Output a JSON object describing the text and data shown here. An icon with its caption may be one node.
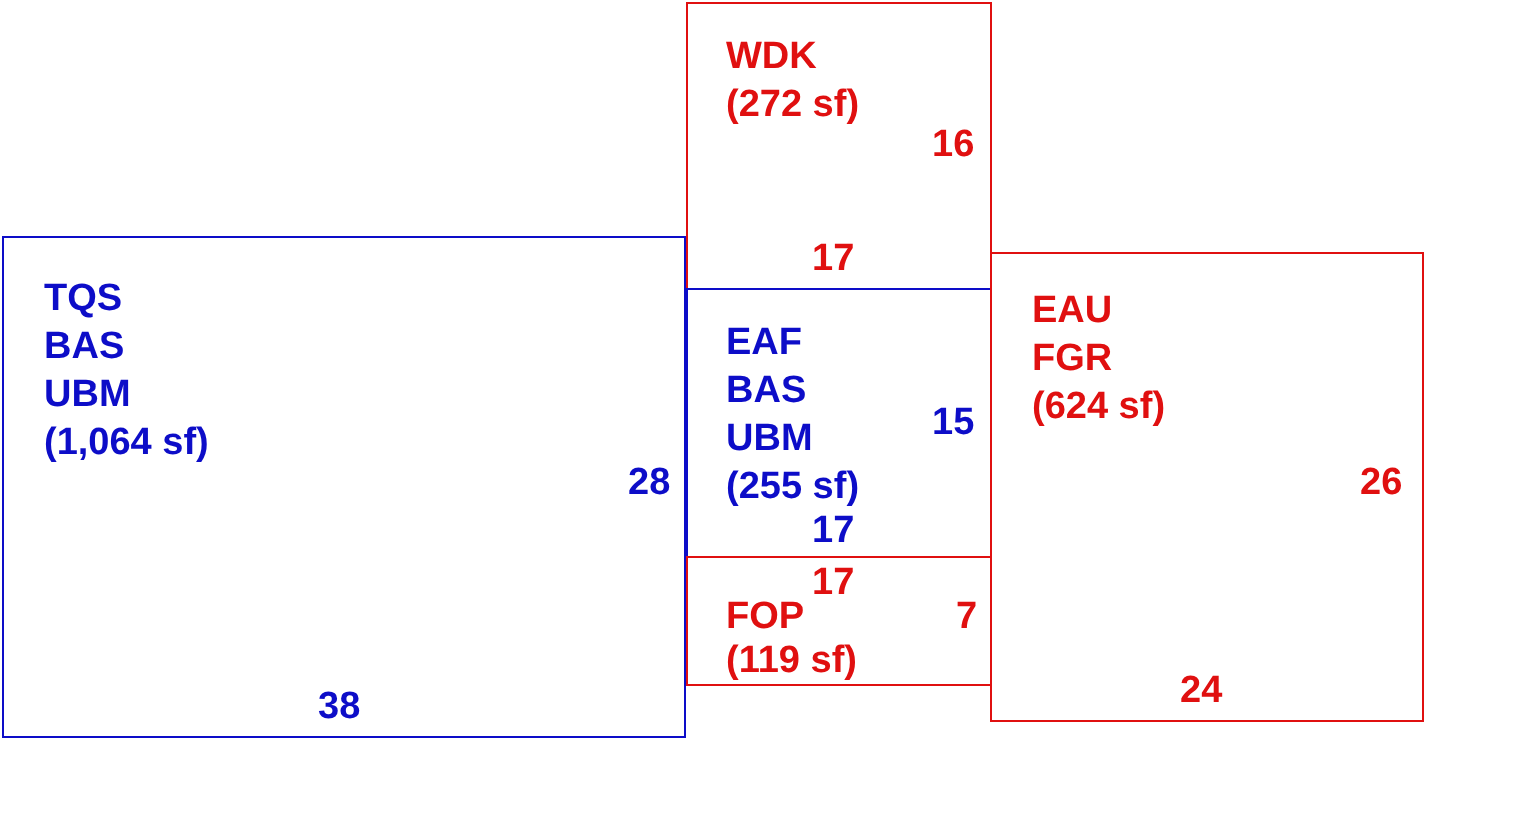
{
  "diagram": {
    "nodes": [
      {
        "text": [
          "TQS",
          "BAS",
          "UBM",
          "(1,064 sf)",
          "28",
          "38"
        ]
      },
      {
        "text": [
          "WDK",
          "(272 sf)",
          "16",
          "17"
        ]
      },
      {
        "text": [
          "EAF",
          "BAS",
          "UBM",
          "15",
          "(255 sf)",
          "17"
        ]
      },
      {
        "text": [
          "17",
          "FOP",
          "7",
          "(119 sf)"
        ]
      },
      {
        "text": [
          "EAU",
          "FGR",
          "(624 sf)",
          "26",
          "24"
        ]
      }
    ]
  }
}
